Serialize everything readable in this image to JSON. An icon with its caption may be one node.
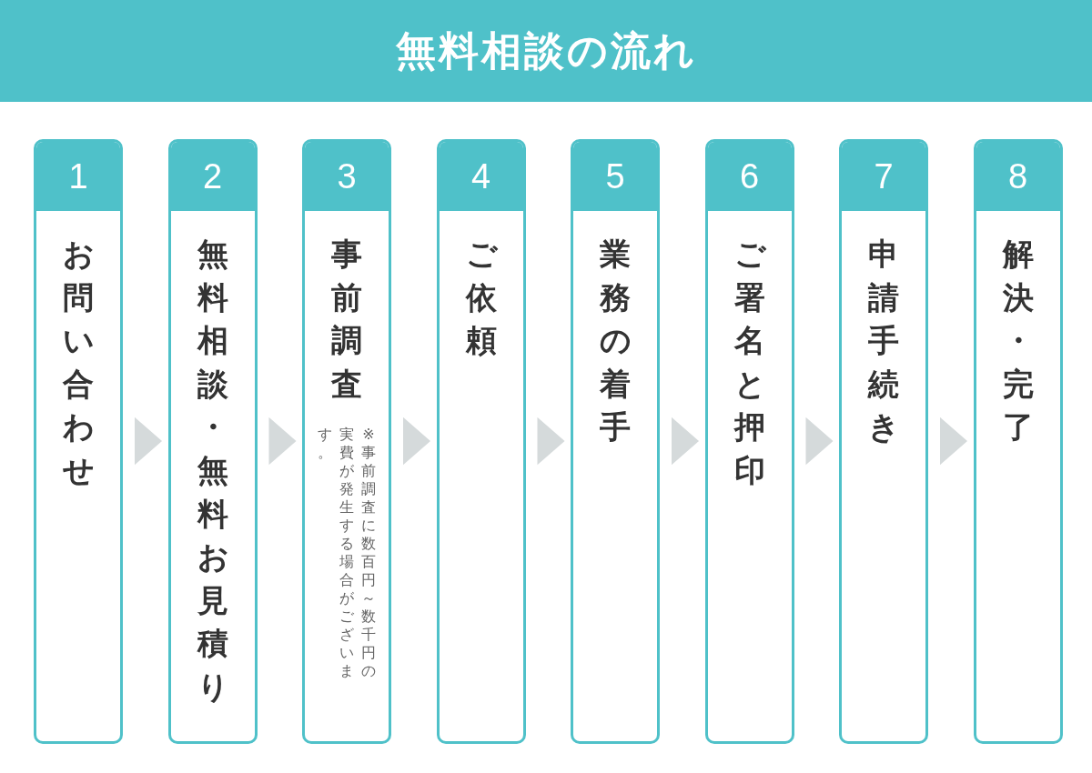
{
  "diagram": {
    "title": "無料相談の流れ",
    "nodes": [
      {
        "text": [
          "1",
          "お問い合わせ"
        ]
      },
      {
        "text": [
          "2",
          "無料相談・無料お見積り"
        ]
      },
      {
        "text": [
          "3",
          "事前調査",
          "※事前調査に数百円～数千円の実費が発生する場合がございます。"
        ]
      },
      {
        "text": [
          "4",
          "ご依頼"
        ]
      },
      {
        "text": [
          "5",
          "業務の着手"
        ]
      },
      {
        "text": [
          "6",
          "ご署名と押印"
        ]
      },
      {
        "text": [
          "7",
          "申請手続き"
        ]
      },
      {
        "text": [
          "8",
          "解決・完了"
        ]
      }
    ],
    "edges": [
      {
        "from": 0,
        "to": 1,
        "arrow": "to"
      },
      {
        "from": 1,
        "to": 2,
        "arrow": "to"
      },
      {
        "from": 2,
        "to": 3,
        "arrow": "to"
      },
      {
        "from": 3,
        "to": 4,
        "arrow": "to"
      },
      {
        "from": 4,
        "to": 5,
        "arrow": "to"
      },
      {
        "from": 5,
        "to": 6,
        "arrow": "to"
      },
      {
        "from": 6,
        "to": 7,
        "arrow": "to"
      }
    ]
  }
}
